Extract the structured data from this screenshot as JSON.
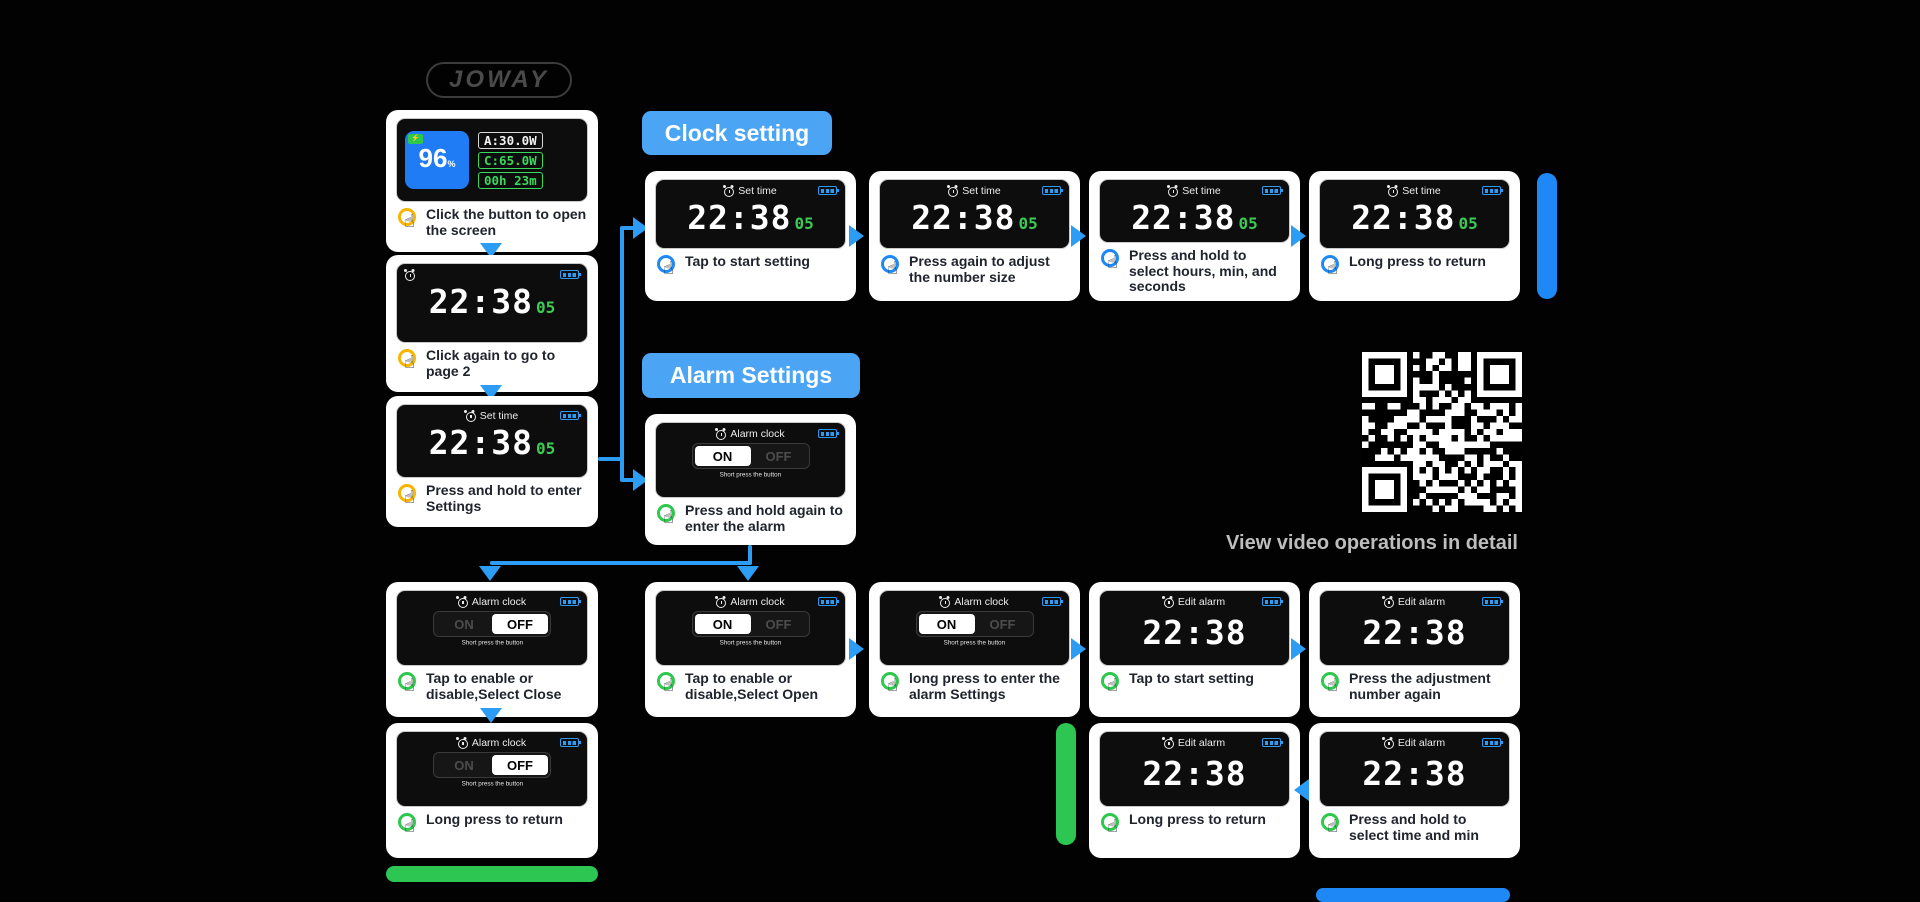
{
  "brand": {
    "logo_text": "JOWAY"
  },
  "colors": {
    "accent_blue": "#2D9CF4",
    "bar_blue": "#1E88F7",
    "green": "#2DC653",
    "yellow": "#F7B500",
    "digit_green": "#3BCB55"
  },
  "icons": {
    "tap_hand": "☝",
    "charge_bolt": "⚡"
  },
  "sections": {
    "clock_setting": {
      "label": "Clock setting"
    },
    "alarm_settings": {
      "label": "Alarm Settings"
    }
  },
  "screens": {
    "power": {
      "battery_percent": "96",
      "percent_sign": "%",
      "stats": [
        {
          "label": "A:30.0W"
        },
        {
          "label": "C:65.0W"
        },
        {
          "label": "00h 23m"
        }
      ]
    },
    "clock": {
      "time": "22:38",
      "seconds": "05"
    },
    "set_time": {
      "title": "Set time",
      "time": "22:38",
      "seconds": "05"
    },
    "alarm_clock": {
      "title": "Alarm clock",
      "on_label": "ON",
      "off_label": "OFF",
      "hint": "Short press the button"
    },
    "edit_alarm": {
      "title": "Edit alarm",
      "time": "22:38"
    }
  },
  "flow": {
    "intro": [
      {
        "caption": "Click the button to open the screen"
      },
      {
        "caption": "Click again to go to page 2"
      },
      {
        "caption": "Press and hold to enter Settings"
      }
    ],
    "clock_row": [
      {
        "caption": "Tap to start setting"
      },
      {
        "caption": "Press again to adjust the number size"
      },
      {
        "caption": "Press and hold to select hours, min, and seconds"
      },
      {
        "caption": "Long press to return"
      }
    ],
    "alarm_entry": {
      "caption": "Press and hold again to enter the alarm"
    },
    "alarm_row": [
      {
        "caption": "Tap to enable or disable,Select Close"
      },
      {
        "caption": "Tap to enable or disable,Select Open"
      },
      {
        "caption": "long press to enter the alarm Settings"
      },
      {
        "caption": "Tap to start setting"
      },
      {
        "caption": "Press the adjustment number again"
      }
    ],
    "return_row": [
      {
        "caption": "Long press to return"
      },
      {
        "caption": "Long press to return"
      },
      {
        "caption": "Press and hold to select time and min"
      }
    ]
  },
  "qr": {
    "caption": "View video operations in detail"
  }
}
